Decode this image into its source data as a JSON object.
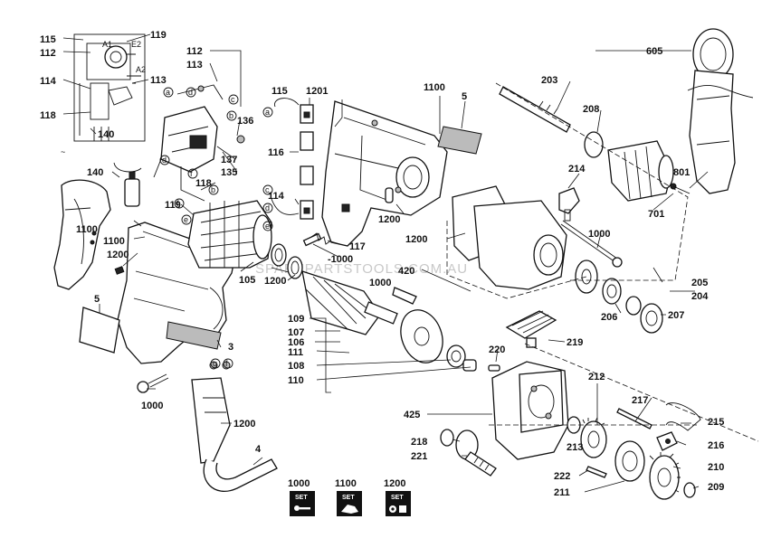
{
  "callouts": {
    "c115a": "115",
    "c112a": "112",
    "c114a": "114",
    "c118a": "118",
    "c119a": "119",
    "c113a": "113",
    "c140a": "140",
    "c112b": "112",
    "c113b": "113",
    "c136": "136",
    "c137": "137",
    "c135": "135",
    "c118b": "118",
    "c140b": "140",
    "c1100a": "1100",
    "c1100b": "1100",
    "c1200a": "1200",
    "c119b": "119",
    "c5a": "5",
    "c1000a": "1000",
    "c115b": "115",
    "c1201": "1201",
    "c116": "116",
    "c114b": "114",
    "c117": "117",
    "c1000b": "-1000",
    "c105": "105",
    "c1200b": "1200",
    "c1100c": "1100",
    "c5b": "5",
    "c1200c": "1200",
    "c214": "214",
    "c1200d": "1200",
    "c1000c": "1000",
    "c420": "420",
    "c109": "109",
    "c107": "107",
    "c106": "106",
    "c111": "111",
    "c108": "108",
    "c110": "110",
    "c1000d": "1000",
    "c3": "3",
    "c1200e": "1200",
    "c4": "4",
    "c605": "605",
    "c203": "203",
    "c208": "208",
    "c801": "801",
    "c701": "701",
    "c205": "205",
    "c204": "204",
    "c206": "206",
    "c207": "207",
    "c219": "219",
    "c220": "220",
    "c212": "212",
    "c217": "217",
    "c425": "425",
    "c213": "213",
    "c215": "215",
    "c218": "218",
    "c221": "221",
    "c216": "216",
    "c222": "222",
    "c210": "210",
    "c211": "211",
    "c209": "209"
  },
  "letters": {
    "a1": "a",
    "d1": "d",
    "b1": "b",
    "c1": "c",
    "d2": "d",
    "f1": "f",
    "b2": "b",
    "e1": "e",
    "f2": "f",
    "a2": "a",
    "c2": "c",
    "d3": "d",
    "e2": "e",
    "g1": "g",
    "f3": "f"
  },
  "service_sets": {
    "items": [
      {
        "number": "1000",
        "badge": "SET"
      },
      {
        "number": "1100",
        "badge": "SET"
      },
      {
        "number": "1200",
        "badge": "SET"
      }
    ]
  },
  "watermark": "SPAREPARTSTOOLS.COM.AU",
  "icons": [
    "set-badge-screw-icon",
    "set-badge-clamp-icon",
    "set-badge-bearing-icon"
  ]
}
